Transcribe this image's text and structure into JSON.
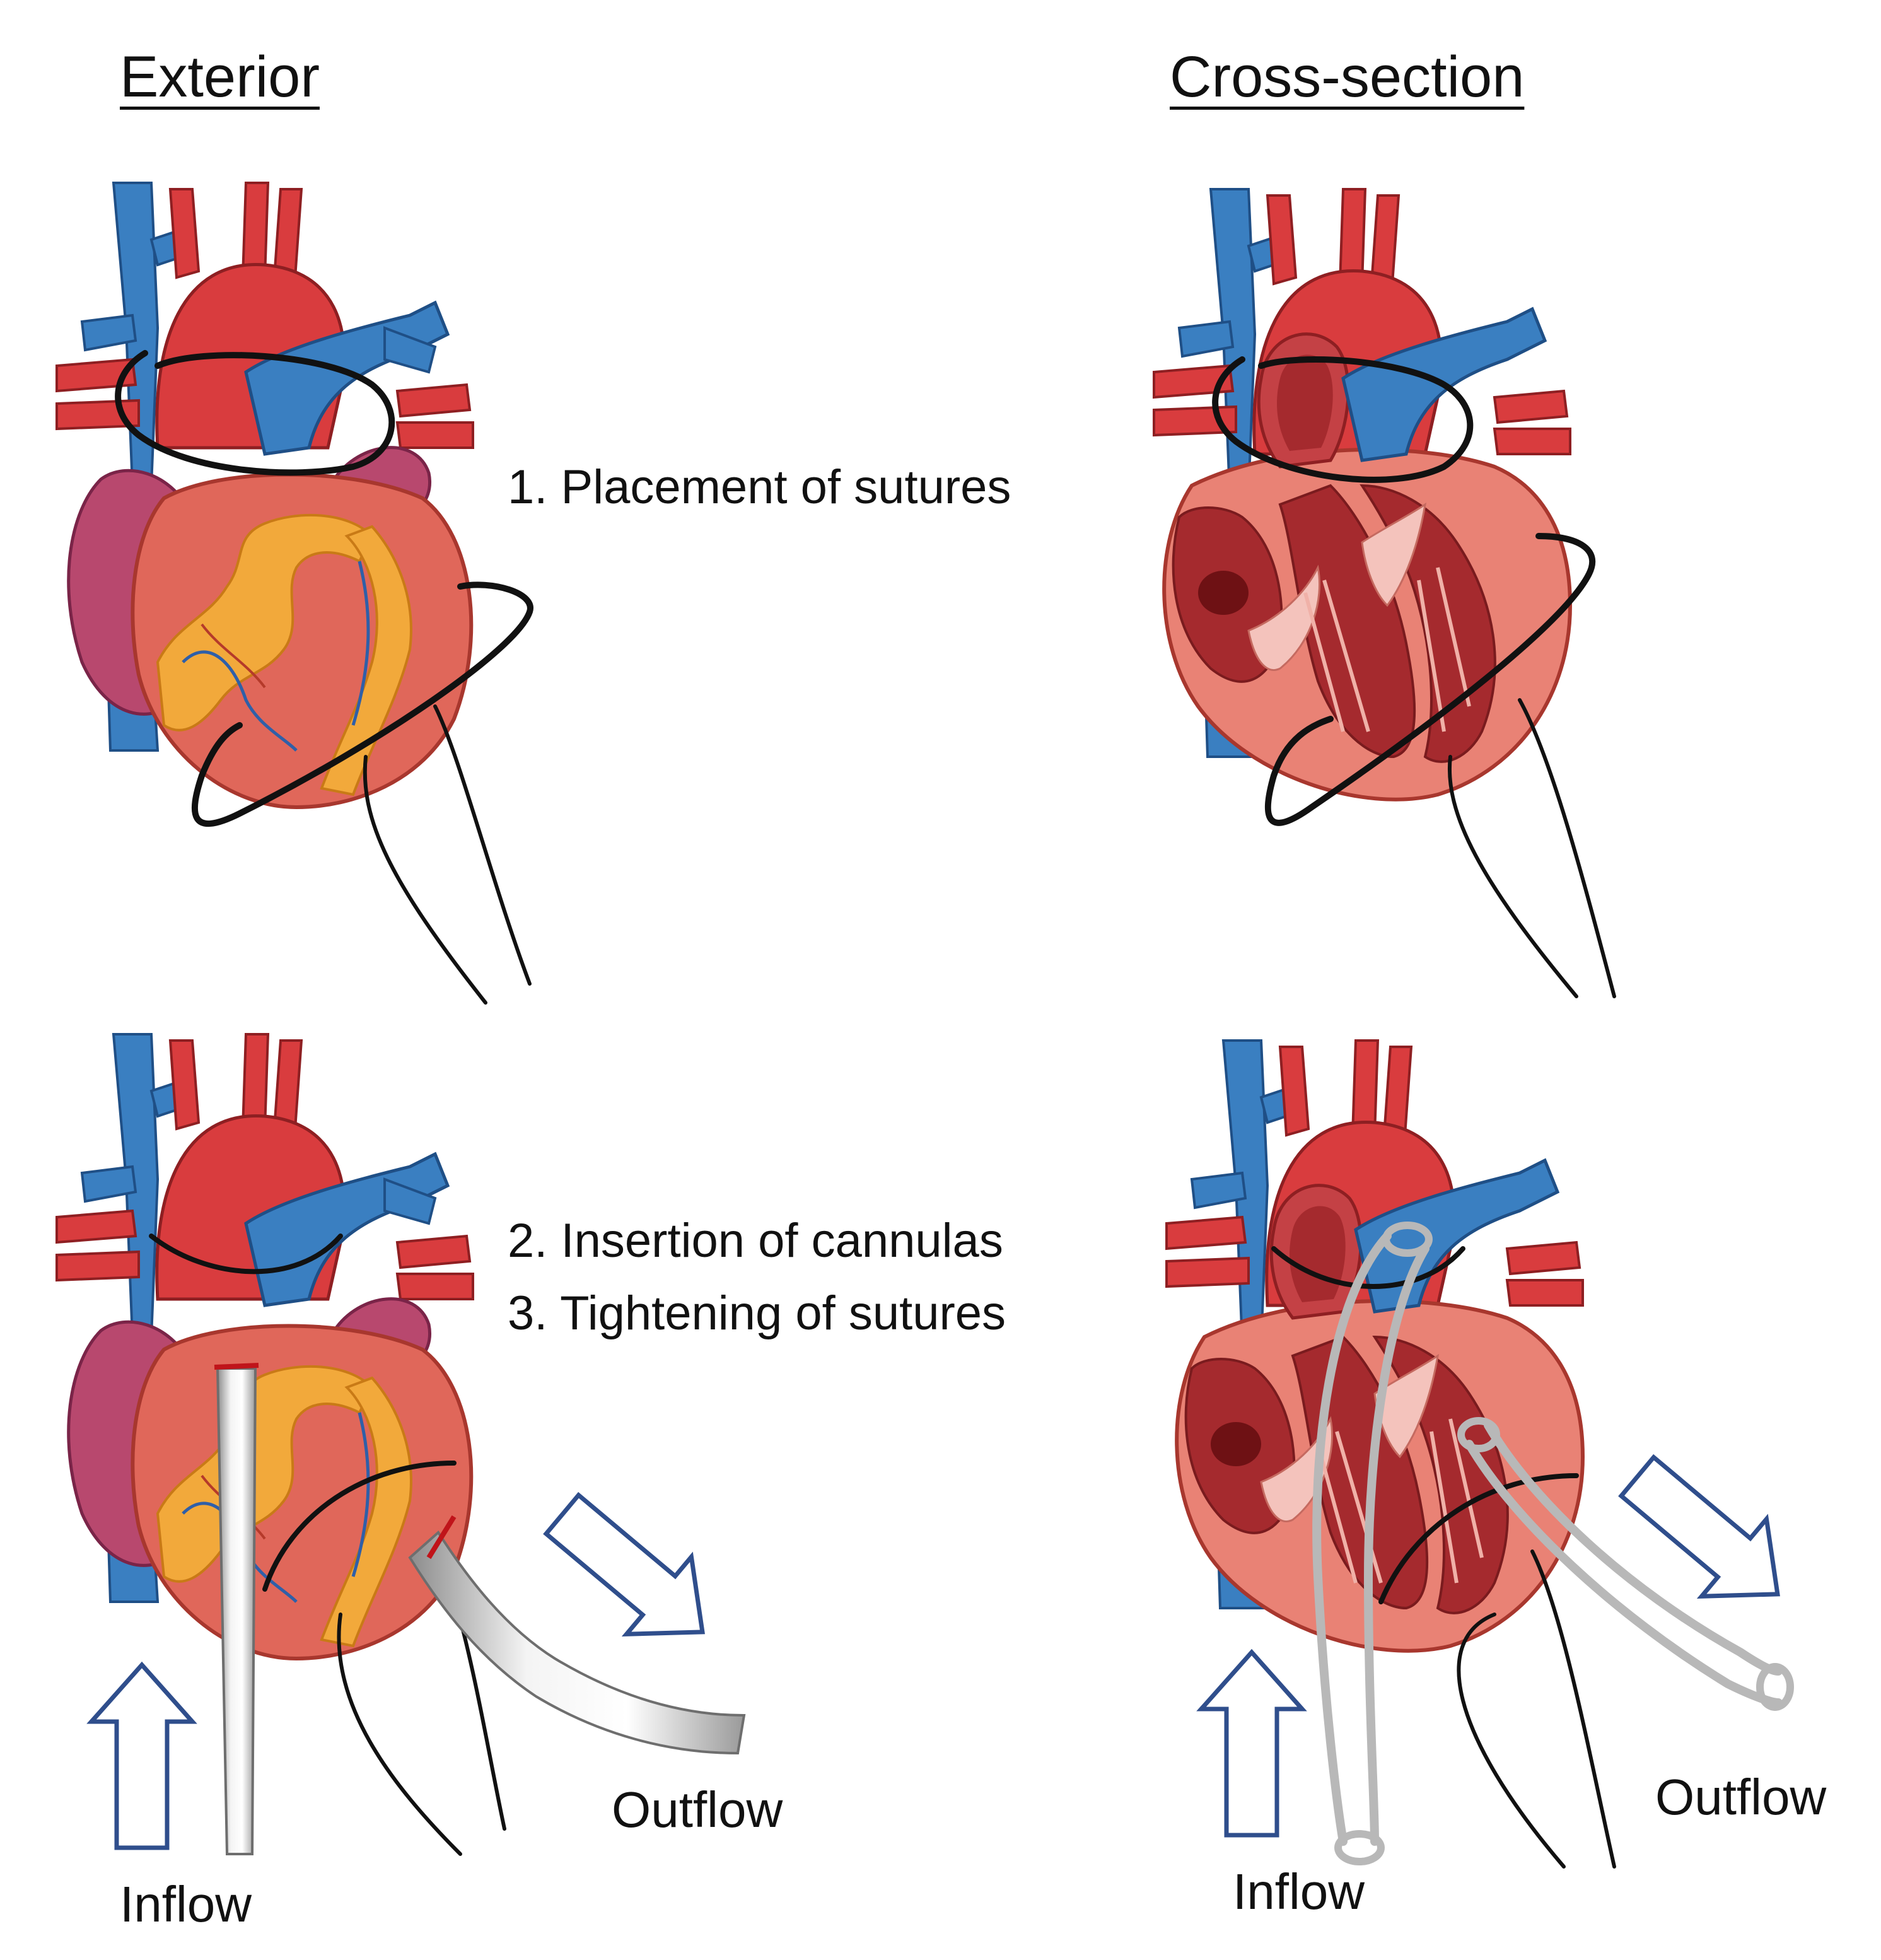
{
  "headings": {
    "exterior": "Exterior",
    "cross_section": "Cross-section"
  },
  "steps": {
    "step1": "1. Placement of sutures",
    "step2": "2. Insertion of cannulas",
    "step3": "3. Tightening of sutures"
  },
  "flow_labels": {
    "inflow_exterior": "Inflow",
    "outflow_exterior": "Outflow",
    "inflow_cross": "Inflow",
    "outflow_cross": "Outflow"
  },
  "colors": {
    "artery_red": "#d93c3e",
    "vein_blue": "#3a7fc1",
    "heart_body": "#e0675a",
    "atrium_purple": "#b8486e",
    "fat_yellow": "#f2a93b",
    "chamber_dark": "#a52a2e",
    "chamber_light": "#f1a9a0",
    "suture": "#111111",
    "cannula_grey": "#bdbdbd",
    "arrow_outline": "#2f4e8c"
  }
}
